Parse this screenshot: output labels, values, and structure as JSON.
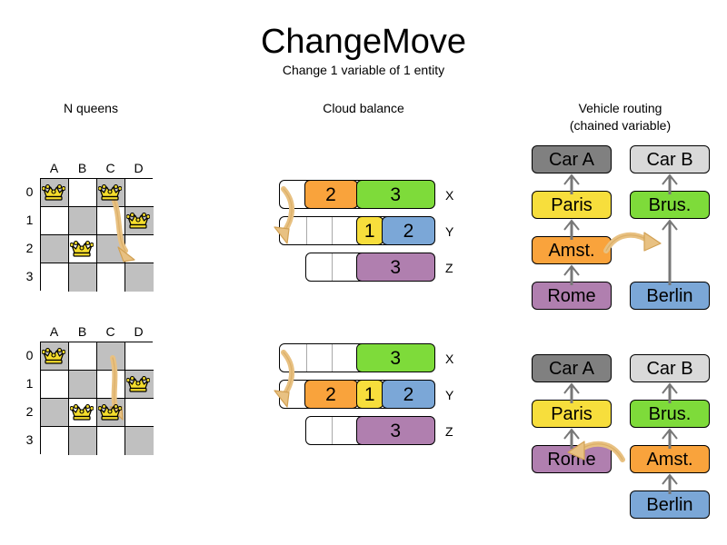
{
  "header": {
    "title": "ChangeMove",
    "subtitle": "Change 1 variable of 1 entity"
  },
  "sections": {
    "nqueens": {
      "title": "N queens"
    },
    "cloud": {
      "title": "Cloud balance"
    },
    "vrp": {
      "title_line1": "Vehicle routing",
      "title_line2": "(chained variable)"
    }
  },
  "colors": {
    "orange": "#f9a33c",
    "green": "#7edb3a",
    "yellow": "#f7de3c",
    "blue": "#7ba7d7",
    "purple": "#b07faf",
    "gray_dark": "#808080",
    "gray_light": "#d9d9d9",
    "cell_dark": "#c0c0c0",
    "cell_light": "#ffffff",
    "arrow": "#e8c182",
    "arrow_stroke": "#d2a154",
    "queen": "#f5dd2c",
    "edge": "#777777"
  },
  "nqueens": {
    "col_labels": [
      "A",
      "B",
      "C",
      "D"
    ],
    "row_labels": [
      "0",
      "1",
      "2",
      "3"
    ],
    "before": {
      "queens": [
        {
          "col": 0,
          "row": 0
        },
        {
          "col": 2,
          "row": 0
        },
        {
          "col": 3,
          "row": 1
        },
        {
          "col": 1,
          "row": 2
        }
      ],
      "move": {
        "from_col": 2,
        "from_row": 0,
        "to_col": 2,
        "to_row": 2
      }
    },
    "after": {
      "queens": [
        {
          "col": 0,
          "row": 0
        },
        {
          "col": 3,
          "row": 1
        },
        {
          "col": 1,
          "row": 2
        },
        {
          "col": 2,
          "row": 2
        }
      ],
      "move": {
        "from_col": 2,
        "from_row": 0,
        "to_col": 2,
        "to_row": 2
      }
    }
  },
  "cloud_balance": {
    "before": {
      "rows": [
        {
          "label": "X",
          "free_units": 1,
          "segments": [
            {
              "value": "2",
              "units": 2,
              "color": "orange"
            },
            {
              "value": "3",
              "units": 3,
              "color": "green"
            }
          ]
        },
        {
          "label": "Y",
          "free_units": 3,
          "segments": [
            {
              "value": "1",
              "units": 1,
              "color": "yellow"
            },
            {
              "value": "2",
              "units": 2,
              "color": "blue"
            }
          ]
        },
        {
          "label": "Z",
          "free_units": 2,
          "segments": [
            {
              "value": "3",
              "units": 3,
              "color": "purple"
            }
          ]
        }
      ]
    },
    "after": {
      "rows": [
        {
          "label": "X",
          "free_units": 3,
          "segments": [
            {
              "value": "3",
              "units": 3,
              "color": "green"
            }
          ]
        },
        {
          "label": "Y",
          "free_units": 1,
          "segments": [
            {
              "value": "2",
              "units": 2,
              "color": "orange"
            },
            {
              "value": "1",
              "units": 1,
              "color": "yellow"
            },
            {
              "value": "2",
              "units": 2,
              "color": "blue"
            }
          ]
        },
        {
          "label": "Z",
          "free_units": 2,
          "segments": [
            {
              "value": "3",
              "units": 3,
              "color": "purple"
            }
          ]
        }
      ]
    }
  },
  "vehicle_routing": {
    "before": {
      "chain_a": [
        "Car A",
        "Paris",
        "Amst.",
        "Rome"
      ],
      "chain_b": [
        "Car B",
        "Brus.",
        "Berlin"
      ],
      "moving_entity": "Amst."
    },
    "after": {
      "chain_a": [
        "Car A",
        "Paris",
        "Rome"
      ],
      "chain_b": [
        "Car B",
        "Brus.",
        "Amst.",
        "Berlin"
      ],
      "moving_entity": "Amst."
    },
    "box_colors": {
      "Car A": "gray_dark",
      "Car B": "gray_light",
      "Paris": "yellow",
      "Brus.": "green",
      "Amst.": "orange",
      "Rome": "purple",
      "Berlin": "blue"
    }
  }
}
